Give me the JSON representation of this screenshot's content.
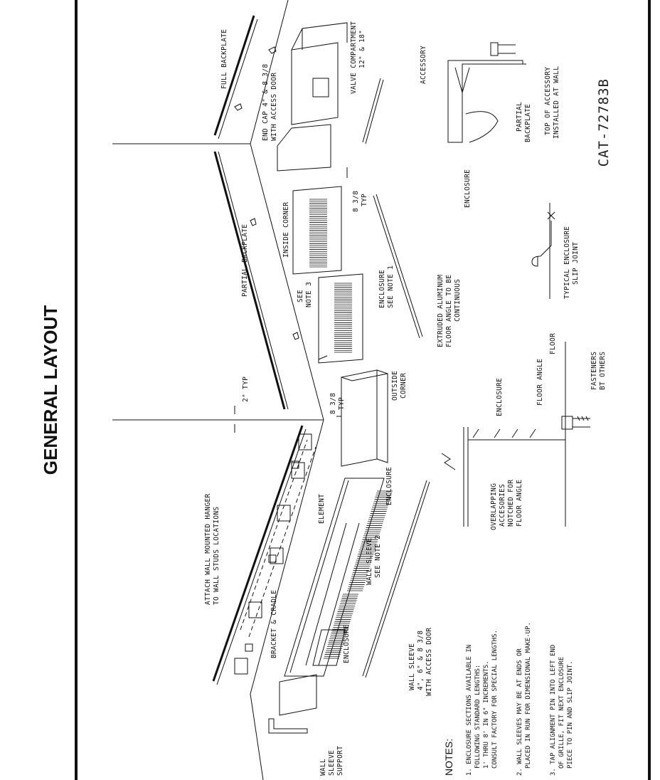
{
  "title": "GENERAL LAYOUT",
  "catalog": "CAT-72783B",
  "labels": {
    "full_backplate": "FULL BACKPLATE",
    "end_cap_1": "END CAP 4\" & 8 3/8",
    "end_cap_2": "WITH ACCESS DOOR",
    "valve_comp_1": "VALVE COMPARTMENT",
    "valve_comp_2": "12\" & 18\"",
    "partial_backplate": "PARTIAL BACKPLATE",
    "inside_corner": "INSIDE CORNER",
    "typ_838_a_1": "8 3/8",
    "typ_838_a_2": "TYP",
    "see_note3_1": "SEE",
    "see_note3_2": "NOTE 3",
    "encl_note1_1": "ENCLOSURE",
    "encl_note1_2": "SEE NOTE 1",
    "floor_angle_1": "EXTRUDED ALUMINUM",
    "floor_angle_2": "FLOOR ANGLE TO BE",
    "floor_angle_3": "CONTINUOUS",
    "two_typ": "2\" TYP",
    "typ_838_b_1": "8 3/8",
    "typ_838_b_2": "TYP",
    "outside_corner_1": "OUTSIDE",
    "outside_corner_2": "CORNER",
    "attach_hanger_1": "ATTACH WALL MOUNTED HANGER",
    "attach_hanger_2": "TO WALL STUDS LOCATIONS",
    "element": "ELEMENT",
    "enclosure_a": "ENCLOSURE",
    "bracket_cradle": "BRACKET & CRADLE",
    "wall_sleeve_n2_1": "WALL SLEEVE",
    "wall_sleeve_n2_2": "SEE NOTE 2",
    "enclosure_b": "ENCLOSURE",
    "wall_sleeve_1": "WALL SLEEVE",
    "wall_sleeve_2": "4\", 6\" & 8 3/8",
    "wall_sleeve_3": "WITH ACCESS DOOR",
    "wall_sleeve_support_1": "WALL",
    "wall_sleeve_support_2": "SLEEVE",
    "wall_sleeve_support_3": "SUPPORT",
    "accessory": "ACCESSORY",
    "enclosure_c": "ENCLOSURE",
    "partial_bp_1": "PARTIAL",
    "partial_bp_2": "BACKPLATE",
    "top_acc_1": "TOP OF ACCESSORY",
    "top_acc_2": "INSTALLED AT WALL",
    "slip_joint_1": "TYPICAL ENCLOSURE",
    "slip_joint_2": "SLIP JOINT",
    "enclosure_d": "ENCLOSURE",
    "floor_angle_e": "FLOOR ANGLE",
    "floor": "FLOOR",
    "fasteners_1": "FASTENERS",
    "fasteners_2": "BT OTHERS",
    "overlap_1": "OVERLAPPING",
    "overlap_2": "ACCESORIES",
    "overlap_3": "NOTCHED FOR",
    "overlap_4": "FLOOR ANGLE"
  },
  "notes": {
    "heading": "NOTES:",
    "n1_1": "1. ENCLOSURE SECTIONS AVAILABLE IN",
    "n1_2": "FOLLOWING STANDARD LENGTHS:",
    "n1_3": "1' THRU 8' IN 6\" INCREMENTS.",
    "n1_4": "CONSULT FACTORY FOR SPECIAL LENGTHS.",
    "n2_1": "2. WALL SLEEVES MAY BE AT ENDS OR",
    "n2_2": "PLACED IN RUN FOR DIMENSIONAL MAKE-UP.",
    "n3_1": "3. TAP ALIGNMENT PIN INTO LEFT END",
    "n3_2": "OF GRILLE, FIT NEXT ENCLOSURE",
    "n3_3": "PIECE TO PIN AND SLIP JOINT."
  }
}
